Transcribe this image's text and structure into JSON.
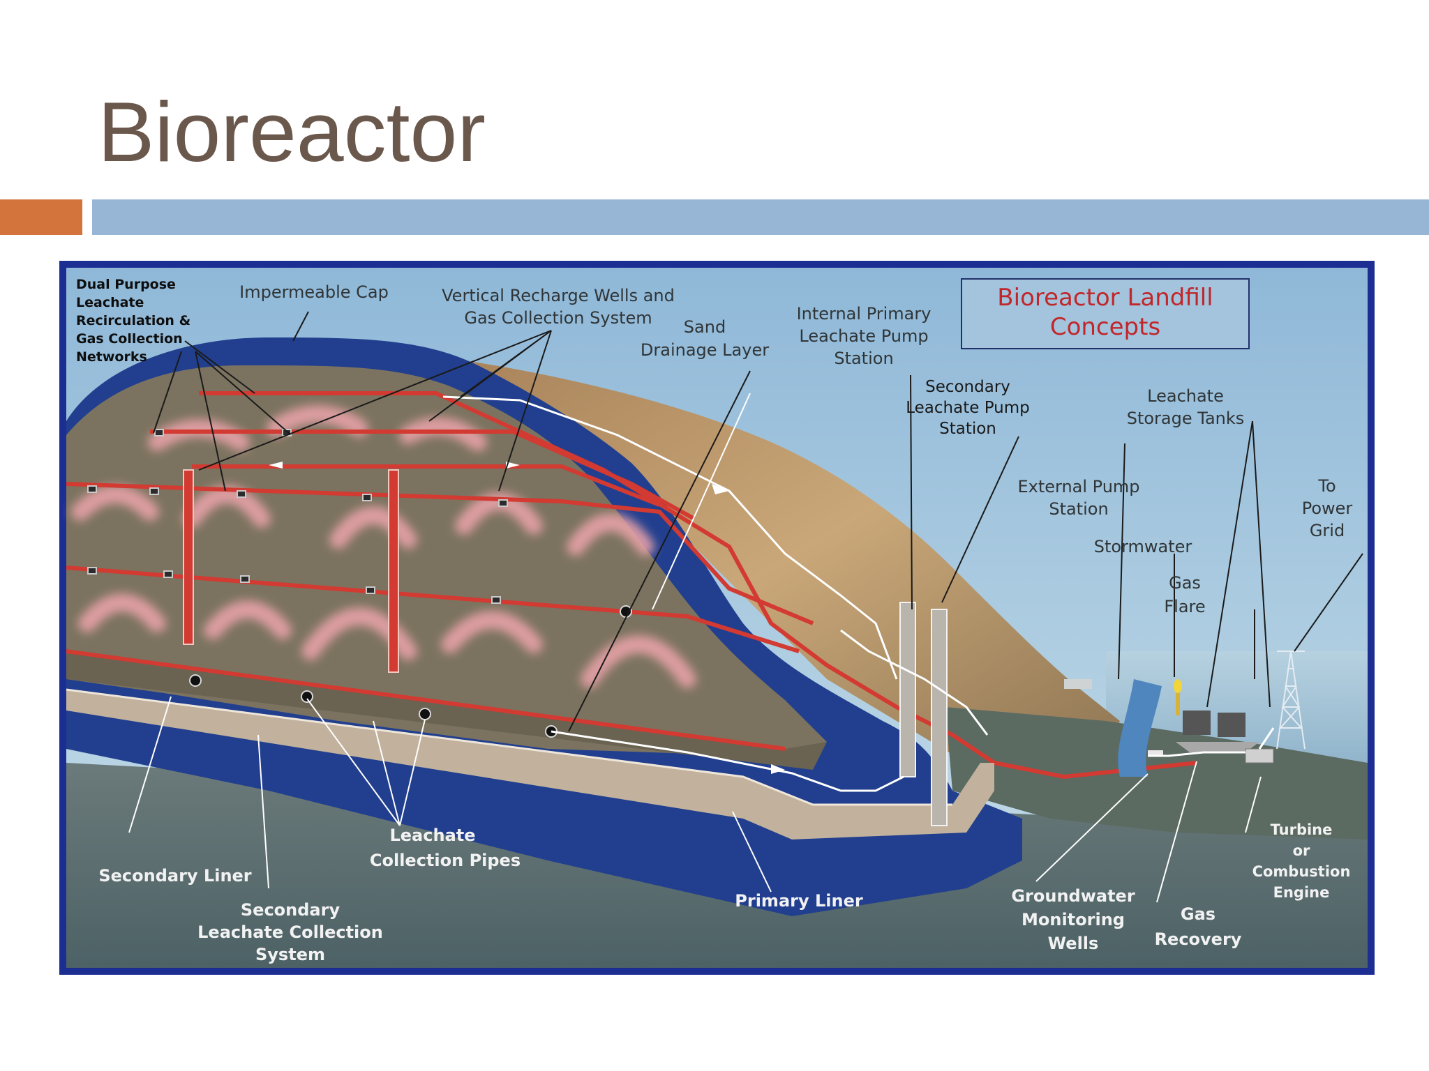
{
  "slide": {
    "title": "Bioreactor",
    "accent_color": "#d2743b",
    "bar_color": "#97b6d6"
  },
  "diagram": {
    "box_title_line1": "Bioreactor Landfill",
    "box_title_line2": "Concepts",
    "labels": {
      "dual_purpose": [
        "Dual Purpose",
        "Leachate",
        "Recirculation &",
        "Gas Collection",
        "Networks"
      ],
      "impermeable_cap": [
        "Impermeable Cap"
      ],
      "vertical_wells": [
        "Vertical Recharge Wells and",
        "Gas Collection System"
      ],
      "sand_drainage": [
        "Sand",
        "Drainage Layer"
      ],
      "internal_pump": [
        "Internal Primary",
        "Leachate Pump",
        "Station"
      ],
      "secondary_pump": [
        "Secondary",
        "Leachate Pump",
        "Station"
      ],
      "leachate_storage": [
        "Leachate",
        "Storage Tanks"
      ],
      "to_power_grid": [
        "To",
        "Power",
        "Grid"
      ],
      "external_pump": [
        "External Pump",
        "Station"
      ],
      "stormwater": [
        "Stormwater"
      ],
      "gas_flare": [
        "Gas",
        "Flare"
      ],
      "turbine": [
        "Turbine",
        "or",
        "Combustion",
        "Engine"
      ],
      "secondary_liner": [
        "Secondary Liner"
      ],
      "leachate_pipes": [
        "Leachate",
        "Collection Pipes"
      ],
      "secondary_collection": [
        "Secondary",
        "Leachate Collection",
        "System"
      ],
      "primary_liner": [
        "Primary Liner"
      ],
      "groundwater_wells": [
        "Groundwater",
        "Monitoring",
        "Wells"
      ],
      "gas_recovery": [
        "Gas",
        "Recovery"
      ]
    },
    "colors": {
      "frame": "#1d2e93",
      "sky": "#9fc3dc",
      "liner": "#213f8e",
      "waste": "#77705f",
      "hill": "#b48f63",
      "pipe": "#d23a32",
      "ground": "#5e7175"
    }
  }
}
